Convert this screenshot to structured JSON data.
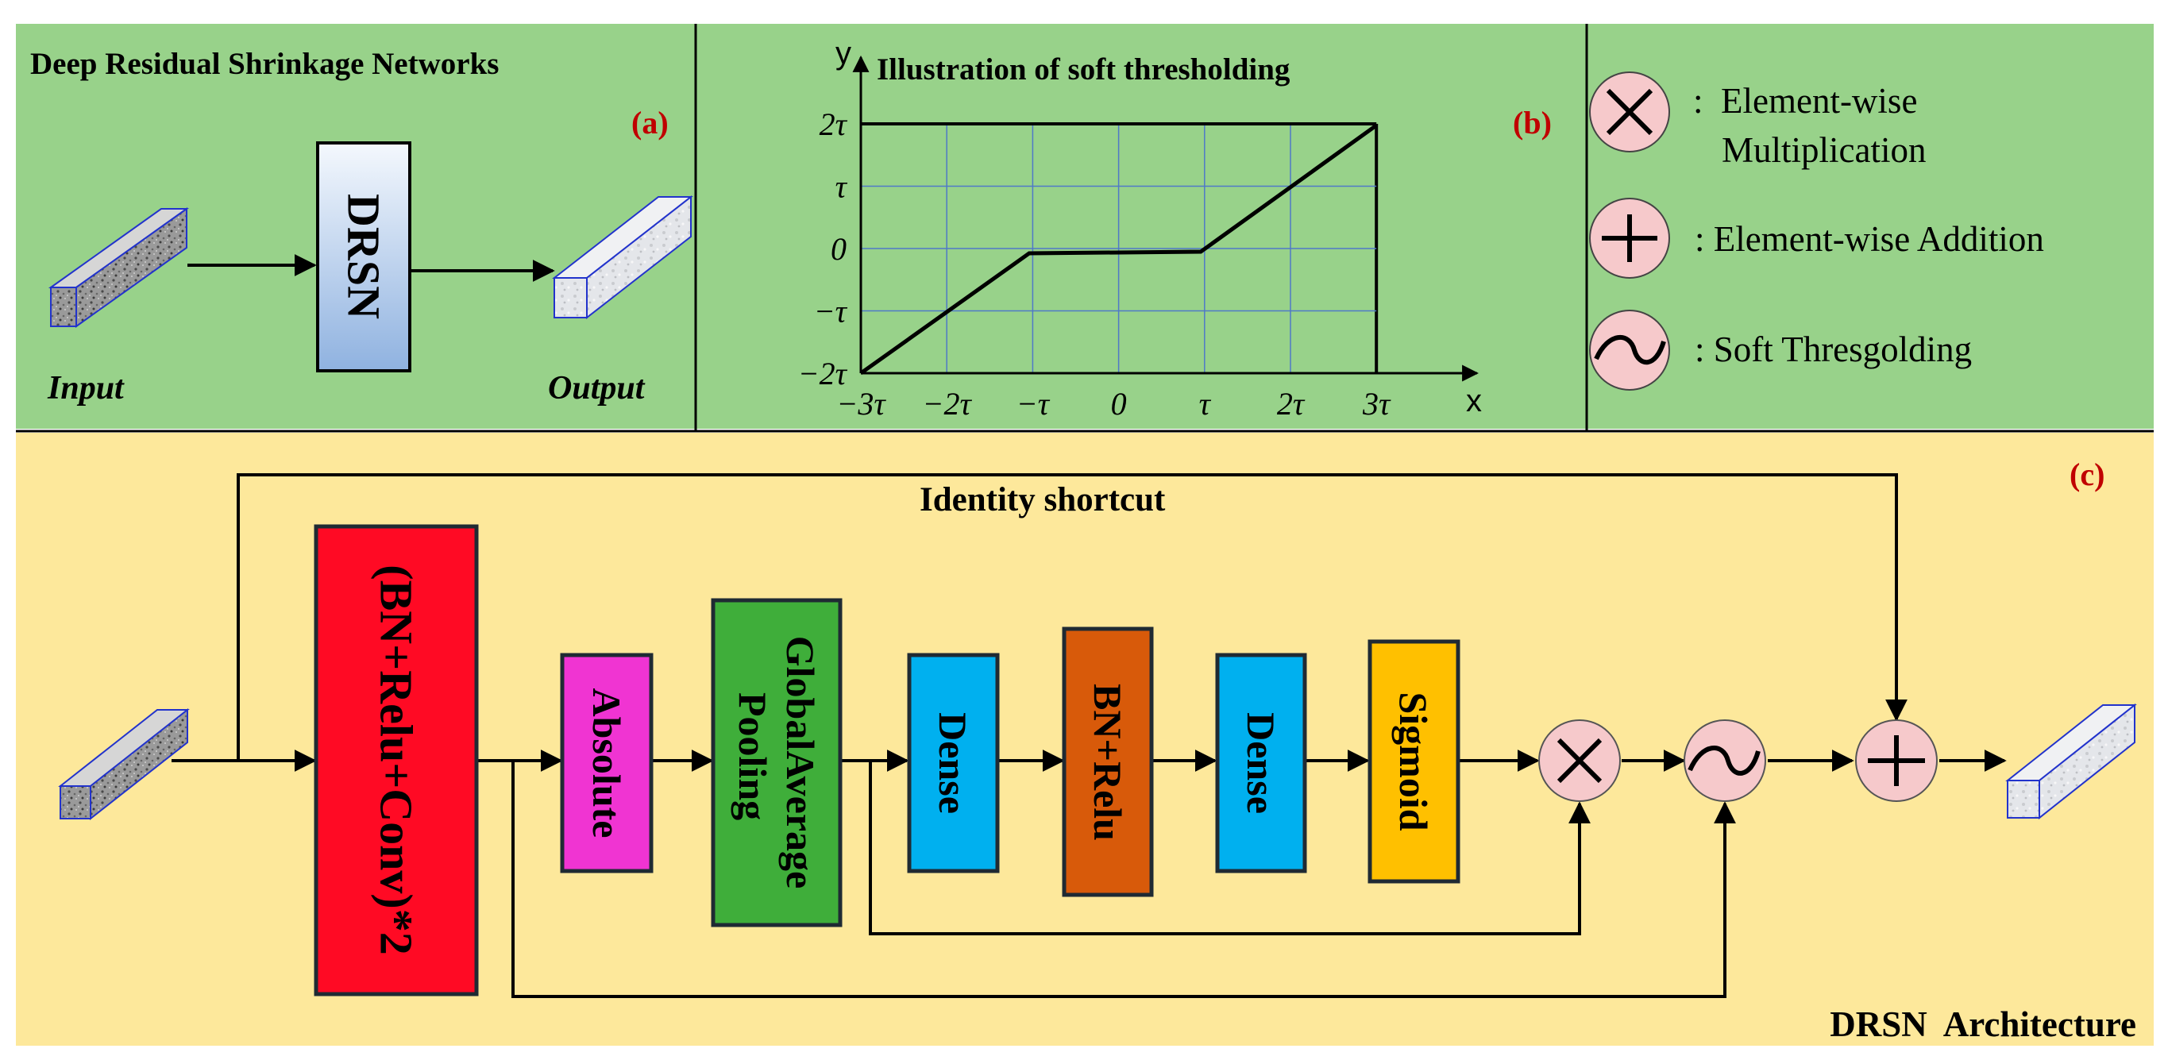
{
  "panel_a": {
    "title": "Deep Residual Shrinkage Networks",
    "tag": "(a)",
    "block_label": "DRSN",
    "input_label": "Input",
    "output_label": "Output"
  },
  "panel_b": {
    "title": "Illustration of soft thresholding",
    "tag": "(b)",
    "y_axis_label": "y",
    "x_axis_label": "x",
    "y_ticks": [
      "2τ",
      "τ",
      "0",
      "−τ",
      "−2τ"
    ],
    "x_ticks": [
      "−3τ",
      "−2τ",
      "−τ",
      "0",
      "τ",
      "2τ",
      "3τ"
    ]
  },
  "legend": {
    "multiply": {
      "symbol": "×",
      "text_line1": ":  Element-wise",
      "text_line2": "Multiplication"
    },
    "add": {
      "symbol": "+",
      "text": ": Element-wise Addition"
    },
    "soft": {
      "symbol": "~",
      "text": ": Soft Thresgolding"
    }
  },
  "panel_c": {
    "tag": "(c)",
    "identity_label": "Identity shortcut",
    "footer": "DRSN  Architecture",
    "blocks": {
      "bn_relu_conv": "(BN+Relu+Conv)*2",
      "absolute": "Absolute",
      "gap_line1": "GlobalAverage",
      "gap_line2": "Pooling",
      "dense1": "Dense",
      "bn_relu": "BN+Relu",
      "dense2": "Dense",
      "sigmoid": "Sigmoid"
    }
  },
  "colors": {
    "top_bg": "#98d28a",
    "bottom_bg": "#fde89b",
    "tag_red": "#c00000",
    "conv_red": "#ff0a24",
    "absolute_magenta": "#f034d2",
    "gap_green": "#3fae3a",
    "dense_cyan": "#00b0ef",
    "bnrelu_orange": "#d85a0a",
    "sigmoid_gold": "#ffc000",
    "op_pink": "#f6c9cb",
    "drsn_blue": "#a9c4e8"
  }
}
